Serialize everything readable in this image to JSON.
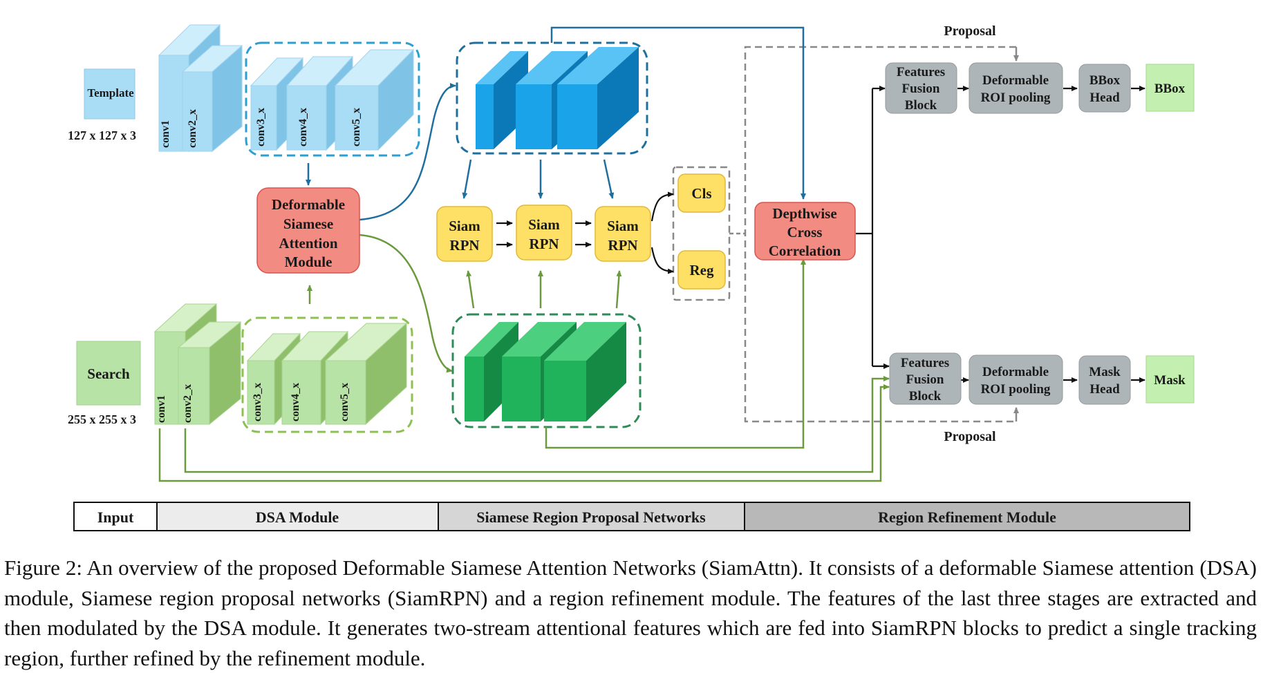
{
  "input": {
    "template": {
      "label": "Template",
      "size": "127 x 127 x 3"
    },
    "search": {
      "label": "Search",
      "size": "255 x 255 x 3"
    }
  },
  "backbone_layers": [
    "conv1",
    "conv2_x",
    "conv3_x",
    "conv4_x",
    "conv5_x"
  ],
  "dsa_module": {
    "lines": [
      "Deformable",
      "Siamese",
      "Attention",
      "Module"
    ]
  },
  "siam_rpn": {
    "lines": [
      "Siam",
      "RPN"
    ]
  },
  "heads": {
    "cls": "Cls",
    "reg": "Reg"
  },
  "cross_correlation": {
    "lines": [
      "Depthwise",
      "Cross",
      "Correlation"
    ]
  },
  "refinement": {
    "proposal_label": "Proposal",
    "features_fusion": [
      "Features",
      "Fusion",
      "Block"
    ],
    "roi_pooling": [
      "Deformable",
      "ROI pooling"
    ],
    "bbox_head": [
      "BBox",
      "Head"
    ],
    "bbox_out": "BBox",
    "mask_head": [
      "Mask",
      "Head"
    ],
    "mask_out": "Mask"
  },
  "stages": [
    "Input",
    "DSA Module",
    "Siamese Region Proposal Networks",
    "Region Refinement Module"
  ],
  "caption": "Figure 2: An overview of the proposed Deformable Siamese Attention Networks (SiamAttn). It consists of a deformable Siamese attention (DSA) module, Siamese region proposal networks (SiamRPN) and a region refinement module. The features of the last three stages are extracted and then modulated by the DSA module. It generates two-stream attentional features which are fed into SiamRPN blocks to predict a single tracking region, further refined by the refinement module.",
  "colors": {
    "template_blue": "#a9dcf5",
    "search_green": "#b8e3a7",
    "attention_red": "#f28b82",
    "rpn_yellow": "#ffe066",
    "refine_gray": "#aeb5b8",
    "output_green": "#c3efb0",
    "feature_blue": "#1aa3e8",
    "feature_green": "#21b35c",
    "link_blue": "#1f6f9e",
    "link_green": "#6a9a3c"
  }
}
